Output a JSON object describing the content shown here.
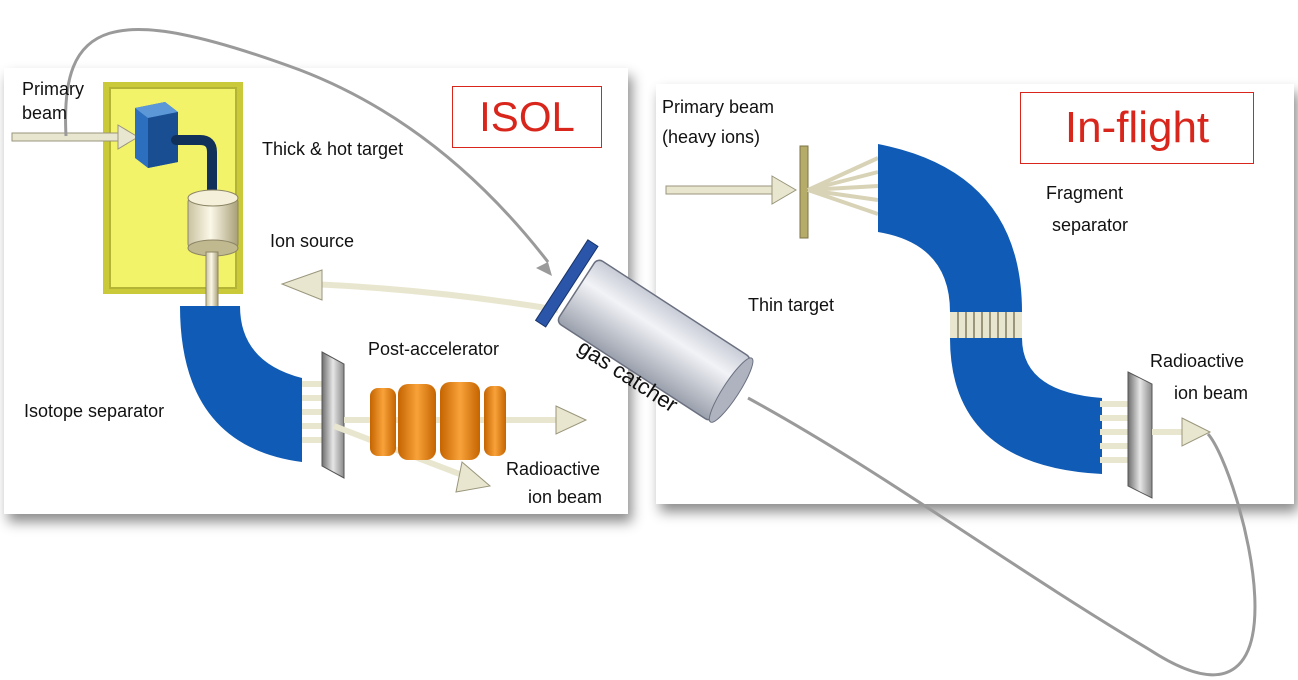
{
  "isol": {
    "title": "ISOL",
    "primary_beam": [
      "Primary",
      "beam"
    ],
    "thick_target": "Thick & hot target",
    "ion_source": "Ion source",
    "post_accelerator": "Post-accelerator",
    "isotope_separator": "Isotope separator",
    "radioactive_beam": [
      "Radioactive",
      "ion beam"
    ]
  },
  "inflight": {
    "title": "In-flight",
    "primary_beam": [
      "Primary beam",
      "(heavy ions)"
    ],
    "fragment_separator": [
      "Fragment",
      "separator"
    ],
    "thin_target": "Thin target",
    "radioactive_beam": [
      "Radioactive",
      "ion beam"
    ]
  },
  "gas_catcher": {
    "label": "gas catcher"
  },
  "colors": {
    "magnet_blue": "#0f5bb5",
    "target_yellow": "#f3f36a",
    "accelerator_orange": "#f08a16",
    "title_red": "#d9261c",
    "arrow_beige": "#e9e6cf"
  }
}
